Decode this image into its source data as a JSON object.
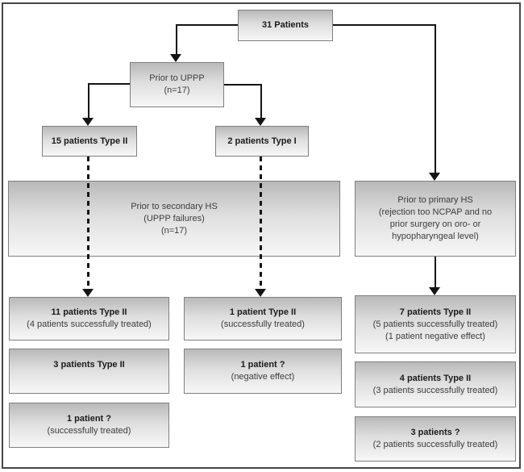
{
  "colors": {
    "box_top": "#b9b9b9",
    "box_bottom": "#f7f7f7",
    "box_border": "#7f7f7f",
    "line": "#141414",
    "frame": "#474747"
  },
  "boxes": {
    "patients_total": {
      "lines": [
        "31 Patients"
      ]
    },
    "prior_uppp": {
      "lines": [
        "Prior to UPPP",
        "(n=17)"
      ]
    },
    "type2_15": {
      "lines": [
        "15 patients Type II"
      ]
    },
    "type1_2": {
      "lines": [
        "2 patients Type I"
      ]
    },
    "secondary_hs": {
      "lines": [
        "Prior to secondary HS",
        "(UPPP failures)",
        "(n=17)"
      ]
    },
    "primary_hs": {
      "lines": [
        "Prior to primary HS",
        "(rejection too NCPAP and no",
        "prior surgery on oro- or",
        "hypopharyngeal level)"
      ]
    },
    "sec_row1": {
      "lines": [
        "11 patients Type II",
        "(4 patients successfully treated)"
      ]
    },
    "mid_row1": {
      "lines": [
        "1 patient Type II",
        "(successfully treated)"
      ]
    },
    "prim_row1": {
      "lines": [
        "7 patients Type II",
        "(5 patients successfully treated)",
        "(1 patient negative effect)"
      ]
    },
    "sec_row2": {
      "lines": [
        "3 patients Type II"
      ]
    },
    "mid_row2": {
      "lines": [
        "1 patient ?",
        "(negative effect)"
      ]
    },
    "prim_row2": {
      "lines": [
        "4 patients Type II",
        "(3 patients successfully treated)"
      ]
    },
    "sec_row3": {
      "lines": [
        "1 patient ?",
        "(successfully treated)"
      ]
    },
    "prim_row3": {
      "lines": [
        "3 patients ?",
        "(2 patients successfully treated)"
      ]
    }
  }
}
